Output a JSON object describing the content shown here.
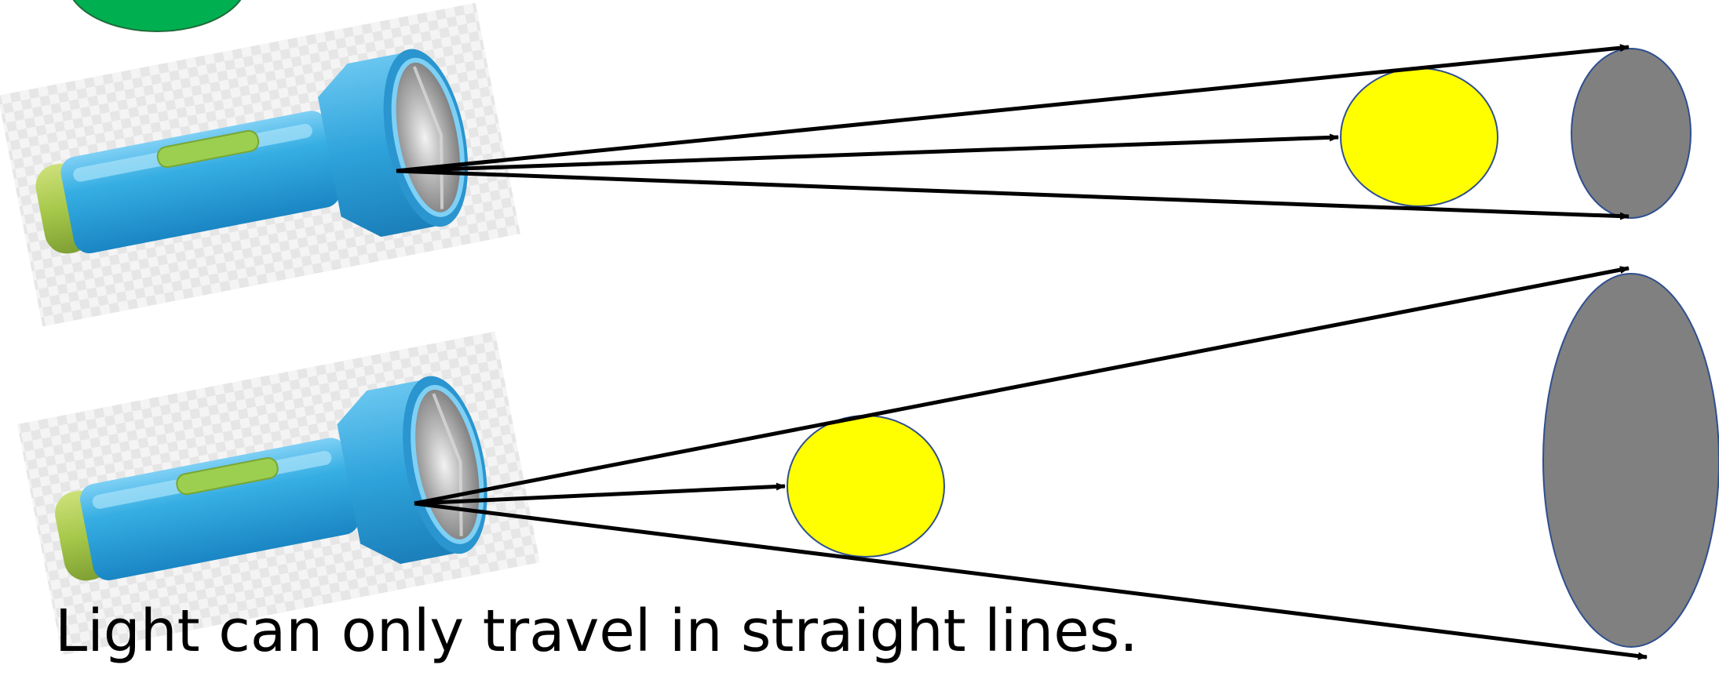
{
  "caption": "Light can only travel in straight lines.",
  "colors": {
    "background": "#ffffff",
    "torch_body": "#2fa7dd",
    "torch_body_dark": "#1a86c4",
    "torch_end_cap": "#a6c84a",
    "torch_switch": "#9ccf4f",
    "torch_lens": "#8f8f8f",
    "object": "#ffff00",
    "object_outline": "#2f4f8f",
    "shadow": "#808080",
    "shadow_outline": "#2f4f8f",
    "ray": "#000000",
    "corner_badge": "#00b050"
  },
  "icons": {
    "torch": "flashlight-icon",
    "badge": "green-circle-icon"
  },
  "scenes": [
    {
      "name": "object-far-from-torch",
      "shadow_size": "small"
    },
    {
      "name": "object-near-torch",
      "shadow_size": "large"
    }
  ]
}
